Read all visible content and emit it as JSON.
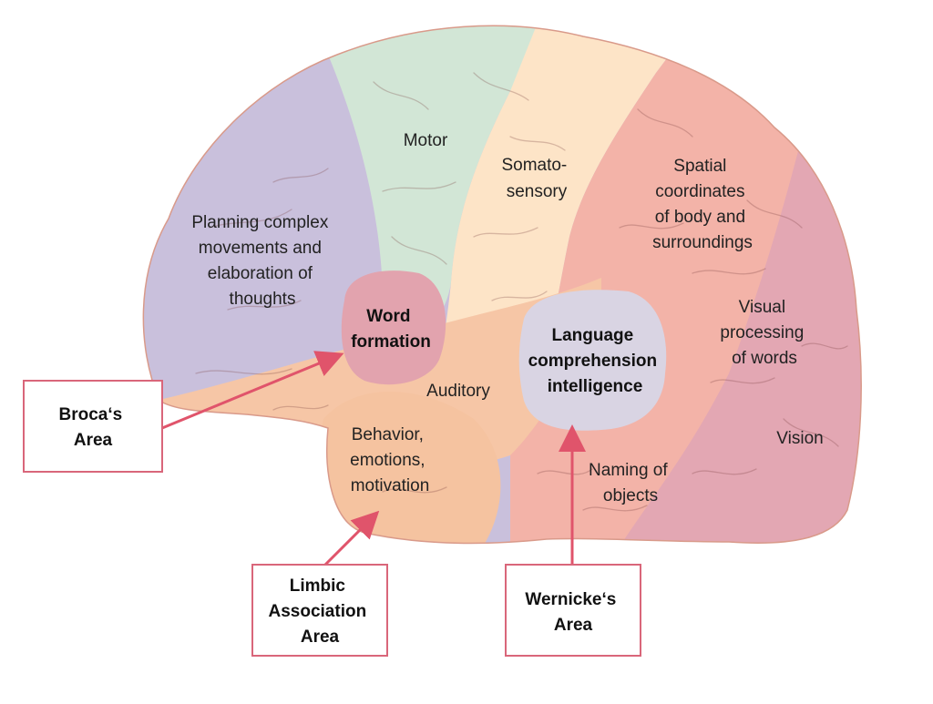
{
  "colors": {
    "frontal": "#c9c0dc",
    "motor": "#d2e6d6",
    "somatosensory": "#fde4c7",
    "parietal": "#f3b3a8",
    "occipital": "#e3a7b3",
    "temporal": "#f6c6a6",
    "limbic": "#f5c3a0",
    "broca_patch": "#e2a3ae",
    "wernicke_patch": "#d9d4e3",
    "callout_border": "#d9667a",
    "arrow": "#e0546b"
  },
  "regions": {
    "motor": "Motor",
    "somatosensory": [
      "Somato-",
      "sensory"
    ],
    "spatial": [
      "Spatial",
      "coordinates",
      "of body and",
      "surroundings"
    ],
    "planning": [
      "Planning complex",
      "movements and",
      "elaboration of",
      "thoughts"
    ],
    "word_formation": [
      "Word",
      "formation"
    ],
    "language": [
      "Language",
      "comprehension",
      "intelligence"
    ],
    "visual_words": [
      "Visual",
      "processing",
      "of words"
    ],
    "auditory": "Auditory",
    "behavior": [
      "Behavior,",
      "emotions,",
      "motivation"
    ],
    "vision": "Vision",
    "naming": [
      "Naming of",
      "objects"
    ]
  },
  "callouts": {
    "broca": [
      "Broca‘s",
      "Area"
    ],
    "limbic": [
      "Limbic",
      "Association",
      "Area"
    ],
    "wernicke": [
      "Wernicke‘s",
      "Area"
    ]
  }
}
